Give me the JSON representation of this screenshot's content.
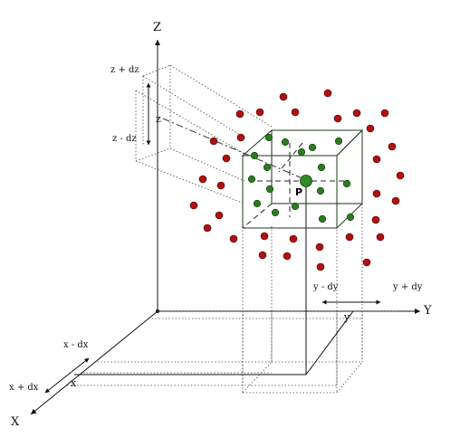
{
  "labels": {
    "z_axis": "Z",
    "y_axis": "Y",
    "x_axis": "X",
    "z_plus": "z + dz",
    "z_minus": "z - dz",
    "z": "z",
    "y_minus": "y - dy",
    "y_plus": "y + dy",
    "y": "y",
    "x_minus": "x - dx",
    "x_plus": "x + dx",
    "x": "x",
    "point": "P"
  },
  "colors": {
    "red_particle": "#b01010",
    "green_particle": "#2e7a22",
    "cube_face": "#a9c99a",
    "axis": "#111111"
  }
}
